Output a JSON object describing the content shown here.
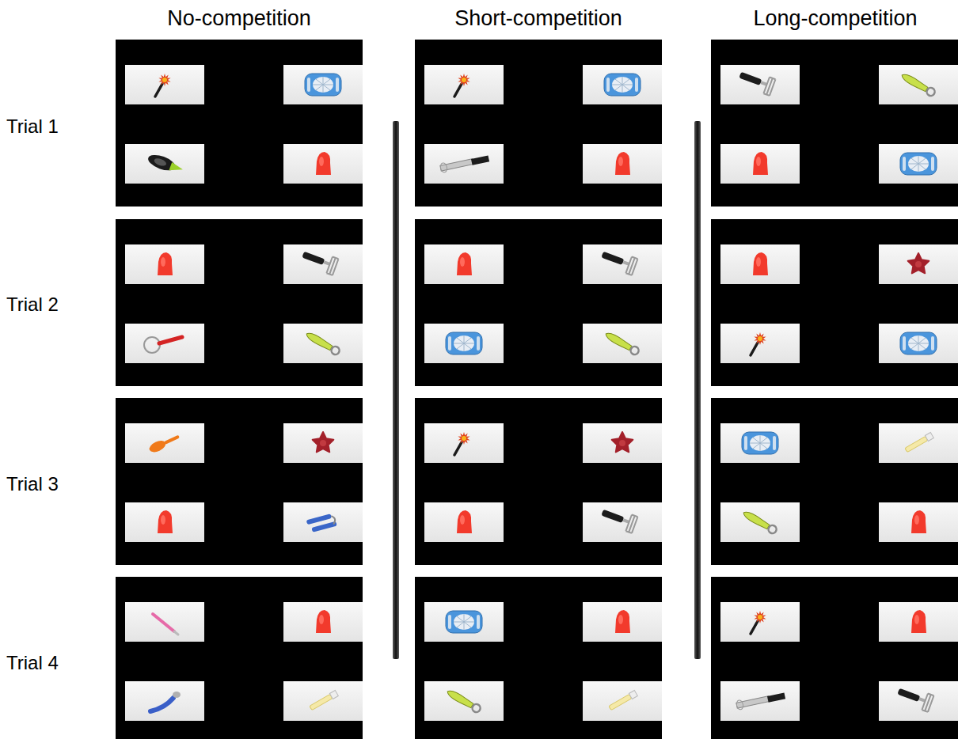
{
  "diagram": {
    "labels": [
      "No-competition",
      "Short-competition",
      "Long-competition",
      "Trial 1",
      "Trial 2",
      "Trial 3",
      "Trial 4"
    ]
  }
}
